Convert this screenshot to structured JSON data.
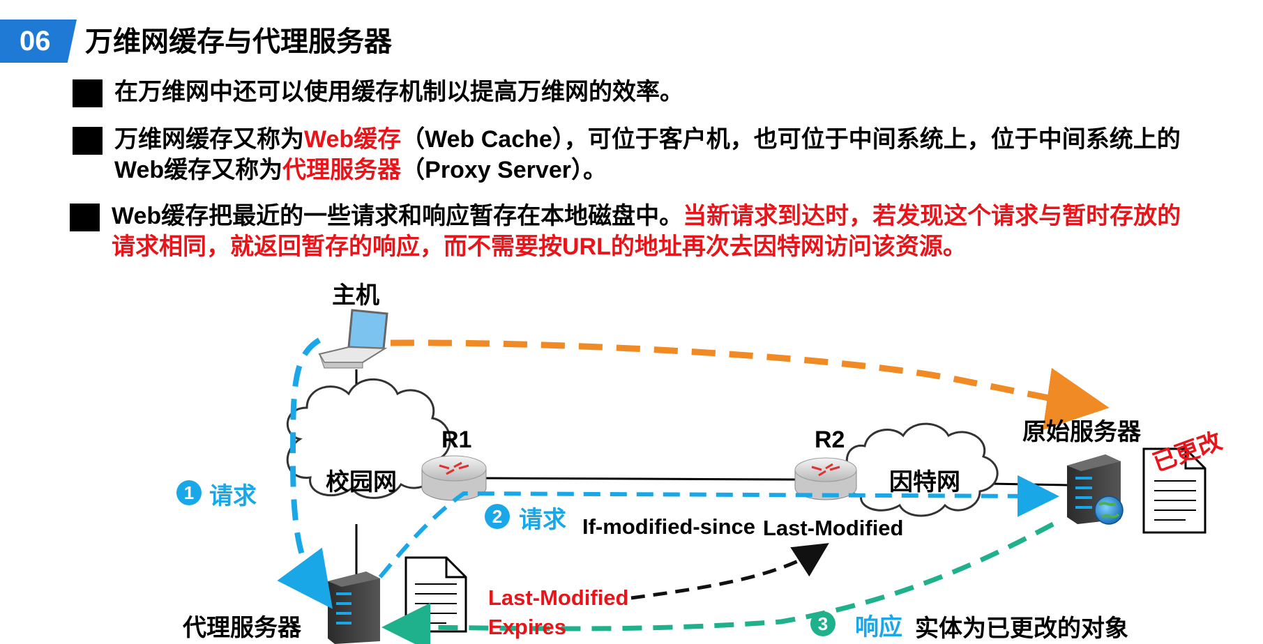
{
  "slide": {
    "number": "06",
    "title": "万维网缓存与代理服务器"
  },
  "bullets": [
    {
      "line1": "在万维网中还可以使用缓存机制以提高万维网的效率。"
    },
    {
      "line1_a": "万维网缓存又称为",
      "line1_red": "Web缓存",
      "line1_b": "（Web Cache），可位于客户机，也可位于中间系统上，位于中间系统上的",
      "line2_a": "Web缓存又称为",
      "line2_red": "代理服务器",
      "line2_b": "（Proxy Server）。"
    },
    {
      "line1_a": "Web缓存把最近的一些请求和响应暂存在本地磁盘中。",
      "line1_red": "当新请求到达时，若发现这个请求与暂时存放的",
      "line2_red": "请求相同，就返回暂存的响应，而不需要按URL的地址再次去因特网访问该资源。"
    }
  ],
  "diagram": {
    "host_label": "主机",
    "campus_net_label": "校园网",
    "r1_label": "R1",
    "r2_label": "R2",
    "internet_label": "因特网",
    "origin_server_label": "原始服务器",
    "proxy_label": "代理服务器",
    "step1_num": "1",
    "step1_text": "请求",
    "step2_num": "2",
    "step2_text": "请求",
    "if_modified_since": "If-modified-since",
    "last_modified_top": "Last-Modified",
    "changed_label": "已更改",
    "cache_last_modified": "Last-Modified",
    "cache_expires": "Expires",
    "step3_num": "3",
    "step3_text": "响应",
    "step3_desc": "实体为已更改的对象"
  },
  "colors": {
    "title_tag": "#1f7ad6",
    "red": "#e8141a",
    "blue_arrow": "#1aa7e8",
    "orange_arrow": "#f08a24",
    "green_arrow": "#1fb08c",
    "black_arrow": "#111111"
  }
}
